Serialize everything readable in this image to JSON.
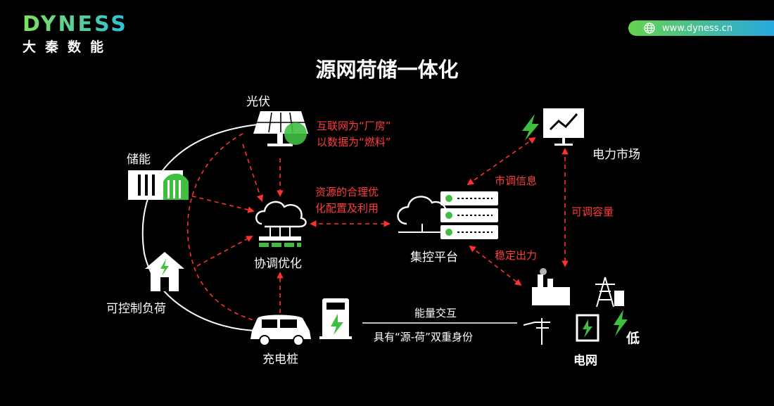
{
  "brand": {
    "logo": "DYNESS",
    "subtitle": "大秦数能"
  },
  "header": {
    "url": "www.dyness.cn"
  },
  "title": "源网荷储一体化",
  "nodes": {
    "solar": "光伏",
    "storage": "储能",
    "load": "可控制负荷",
    "charging": "充电桩",
    "coordination": "协调优化",
    "control_platform": "集控平台",
    "power_market": "电力市场",
    "grid": "电网",
    "low": "低"
  },
  "annotations": {
    "internet_line1": "互联网为“厂房”",
    "internet_line2": "以数据为“燃料”",
    "resource_line1": "资源的合理优",
    "resource_line2": "化配置及利用",
    "market_info": "市调信息",
    "adjustable_capacity": "可调容量",
    "stable_output": "稳定出力",
    "energy_exchange": "能量交互",
    "dual_identity": "具有“源-荷”双重身份"
  },
  "colors": {
    "accent_green": "#3fbf3f",
    "arrow_red": "#ff3030",
    "brand_blue": "#26a9e0"
  }
}
